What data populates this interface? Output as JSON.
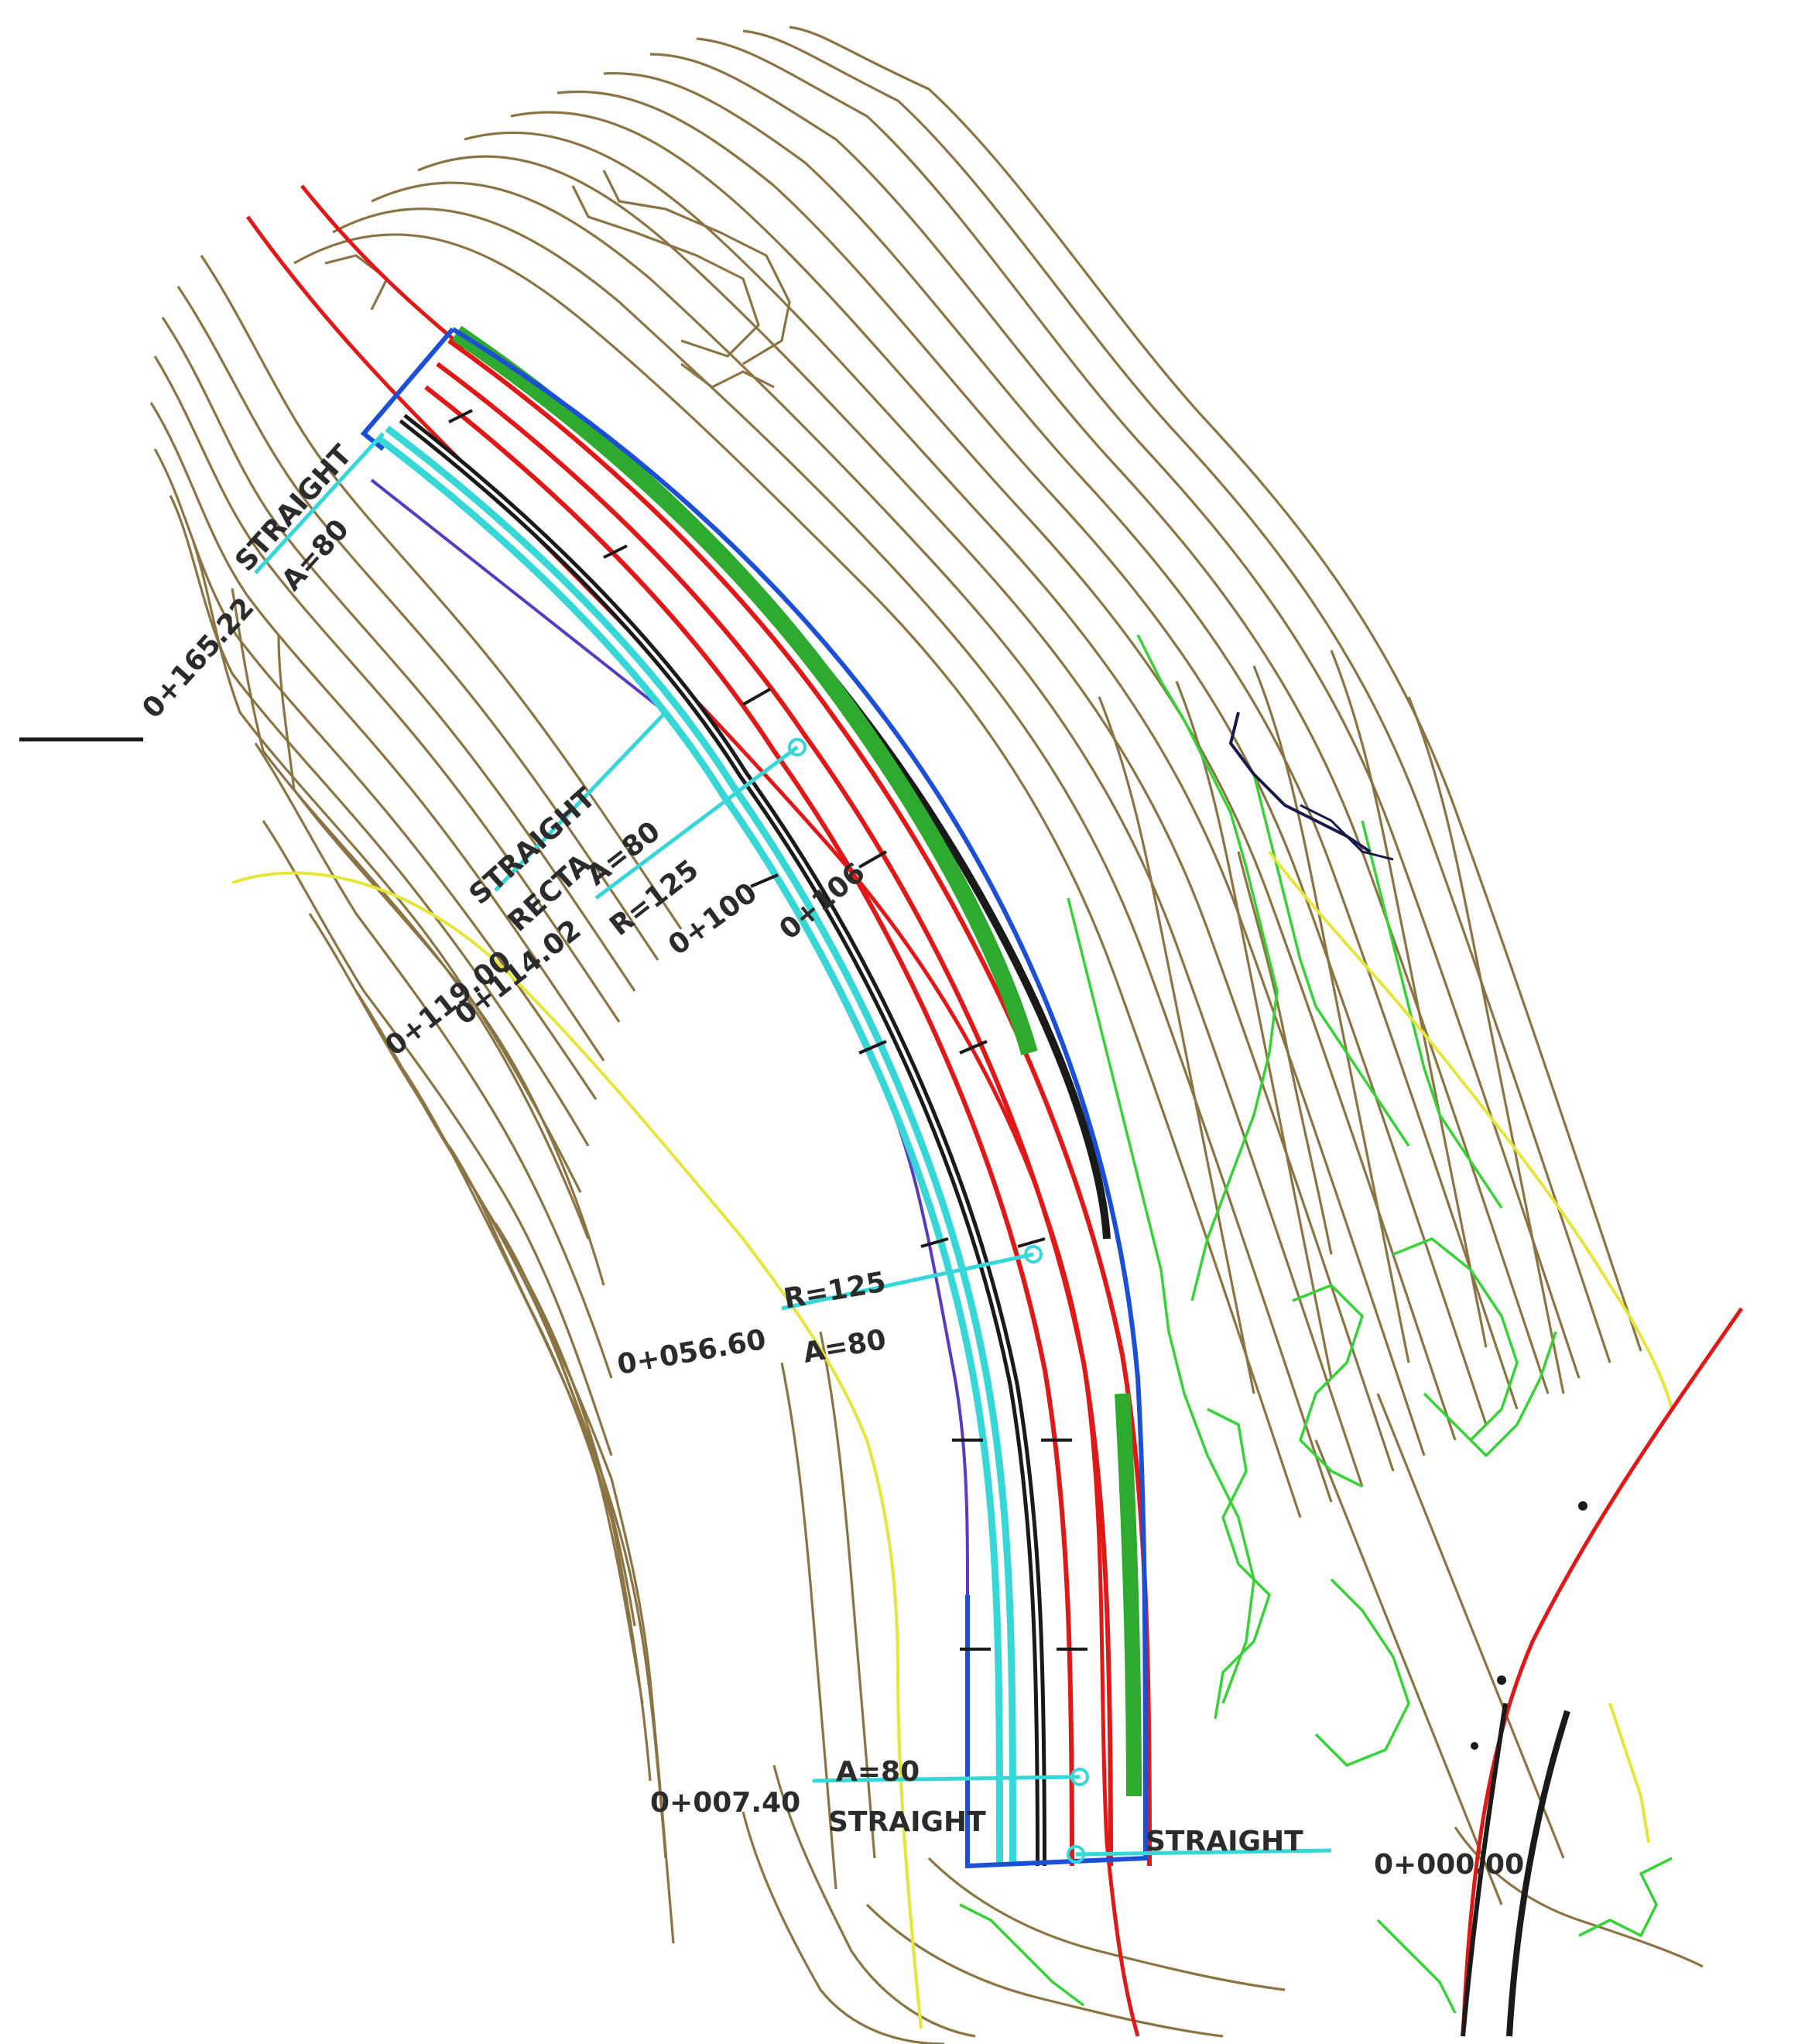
{
  "colors": {
    "background": "#ffffff",
    "contour": "#8b7443",
    "axis_red": "#e01818",
    "edge_blue": "#1a4fd6",
    "cyan": "#37d7d7",
    "green": "#2eaa2e",
    "black": "#1a1a1a",
    "vegetation": "#35d335",
    "yellow": "#e6e63a",
    "purple": "#5a3bbf",
    "label": "#2b2b2b"
  },
  "labels": {
    "station_165": "0+165.22",
    "straight_top": "STRAIGHT",
    "a80_top": "A=80",
    "straight_mid": "STRAIGHT",
    "recta": "RECTA",
    "a80_mid": "A=80",
    "r125_mid": "R=125",
    "station_100": "0+100",
    "station_106": "0+106",
    "station_119": "0+119.00",
    "station_114": "0+114.02",
    "r125_low": "R=125",
    "a80_low": "A=80",
    "station_056": "0+056.60",
    "a80_bottom": "A=80",
    "straight_bottom": "STRAIGHT",
    "station_007": "0+007.40",
    "straight_right": "STRAIGHT",
    "station_000": "0+000.00"
  }
}
